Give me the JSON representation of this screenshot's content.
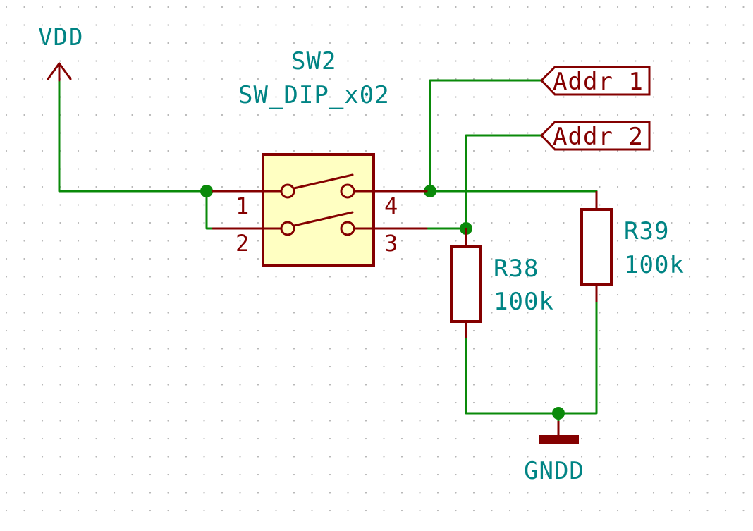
{
  "colors": {
    "wire": "#0a8a0a",
    "symbol": "#840000",
    "symbol_fill": "#ffffc2",
    "text_teal": "#008484",
    "junction": "#0a8a0a",
    "grid_dot": "#b8b8b8",
    "background": "#ffffff"
  },
  "power": {
    "vdd": "VDD",
    "ground": "GNDD"
  },
  "switch": {
    "ref": "SW2",
    "value": "SW_DIP_x02",
    "pins": [
      "1",
      "2",
      "3",
      "4"
    ]
  },
  "resistors": [
    {
      "ref": "R38",
      "value": "100k"
    },
    {
      "ref": "R39",
      "value": "100k"
    }
  ],
  "labels": {
    "addr1": "Addr_1",
    "addr2": "Addr_2"
  }
}
